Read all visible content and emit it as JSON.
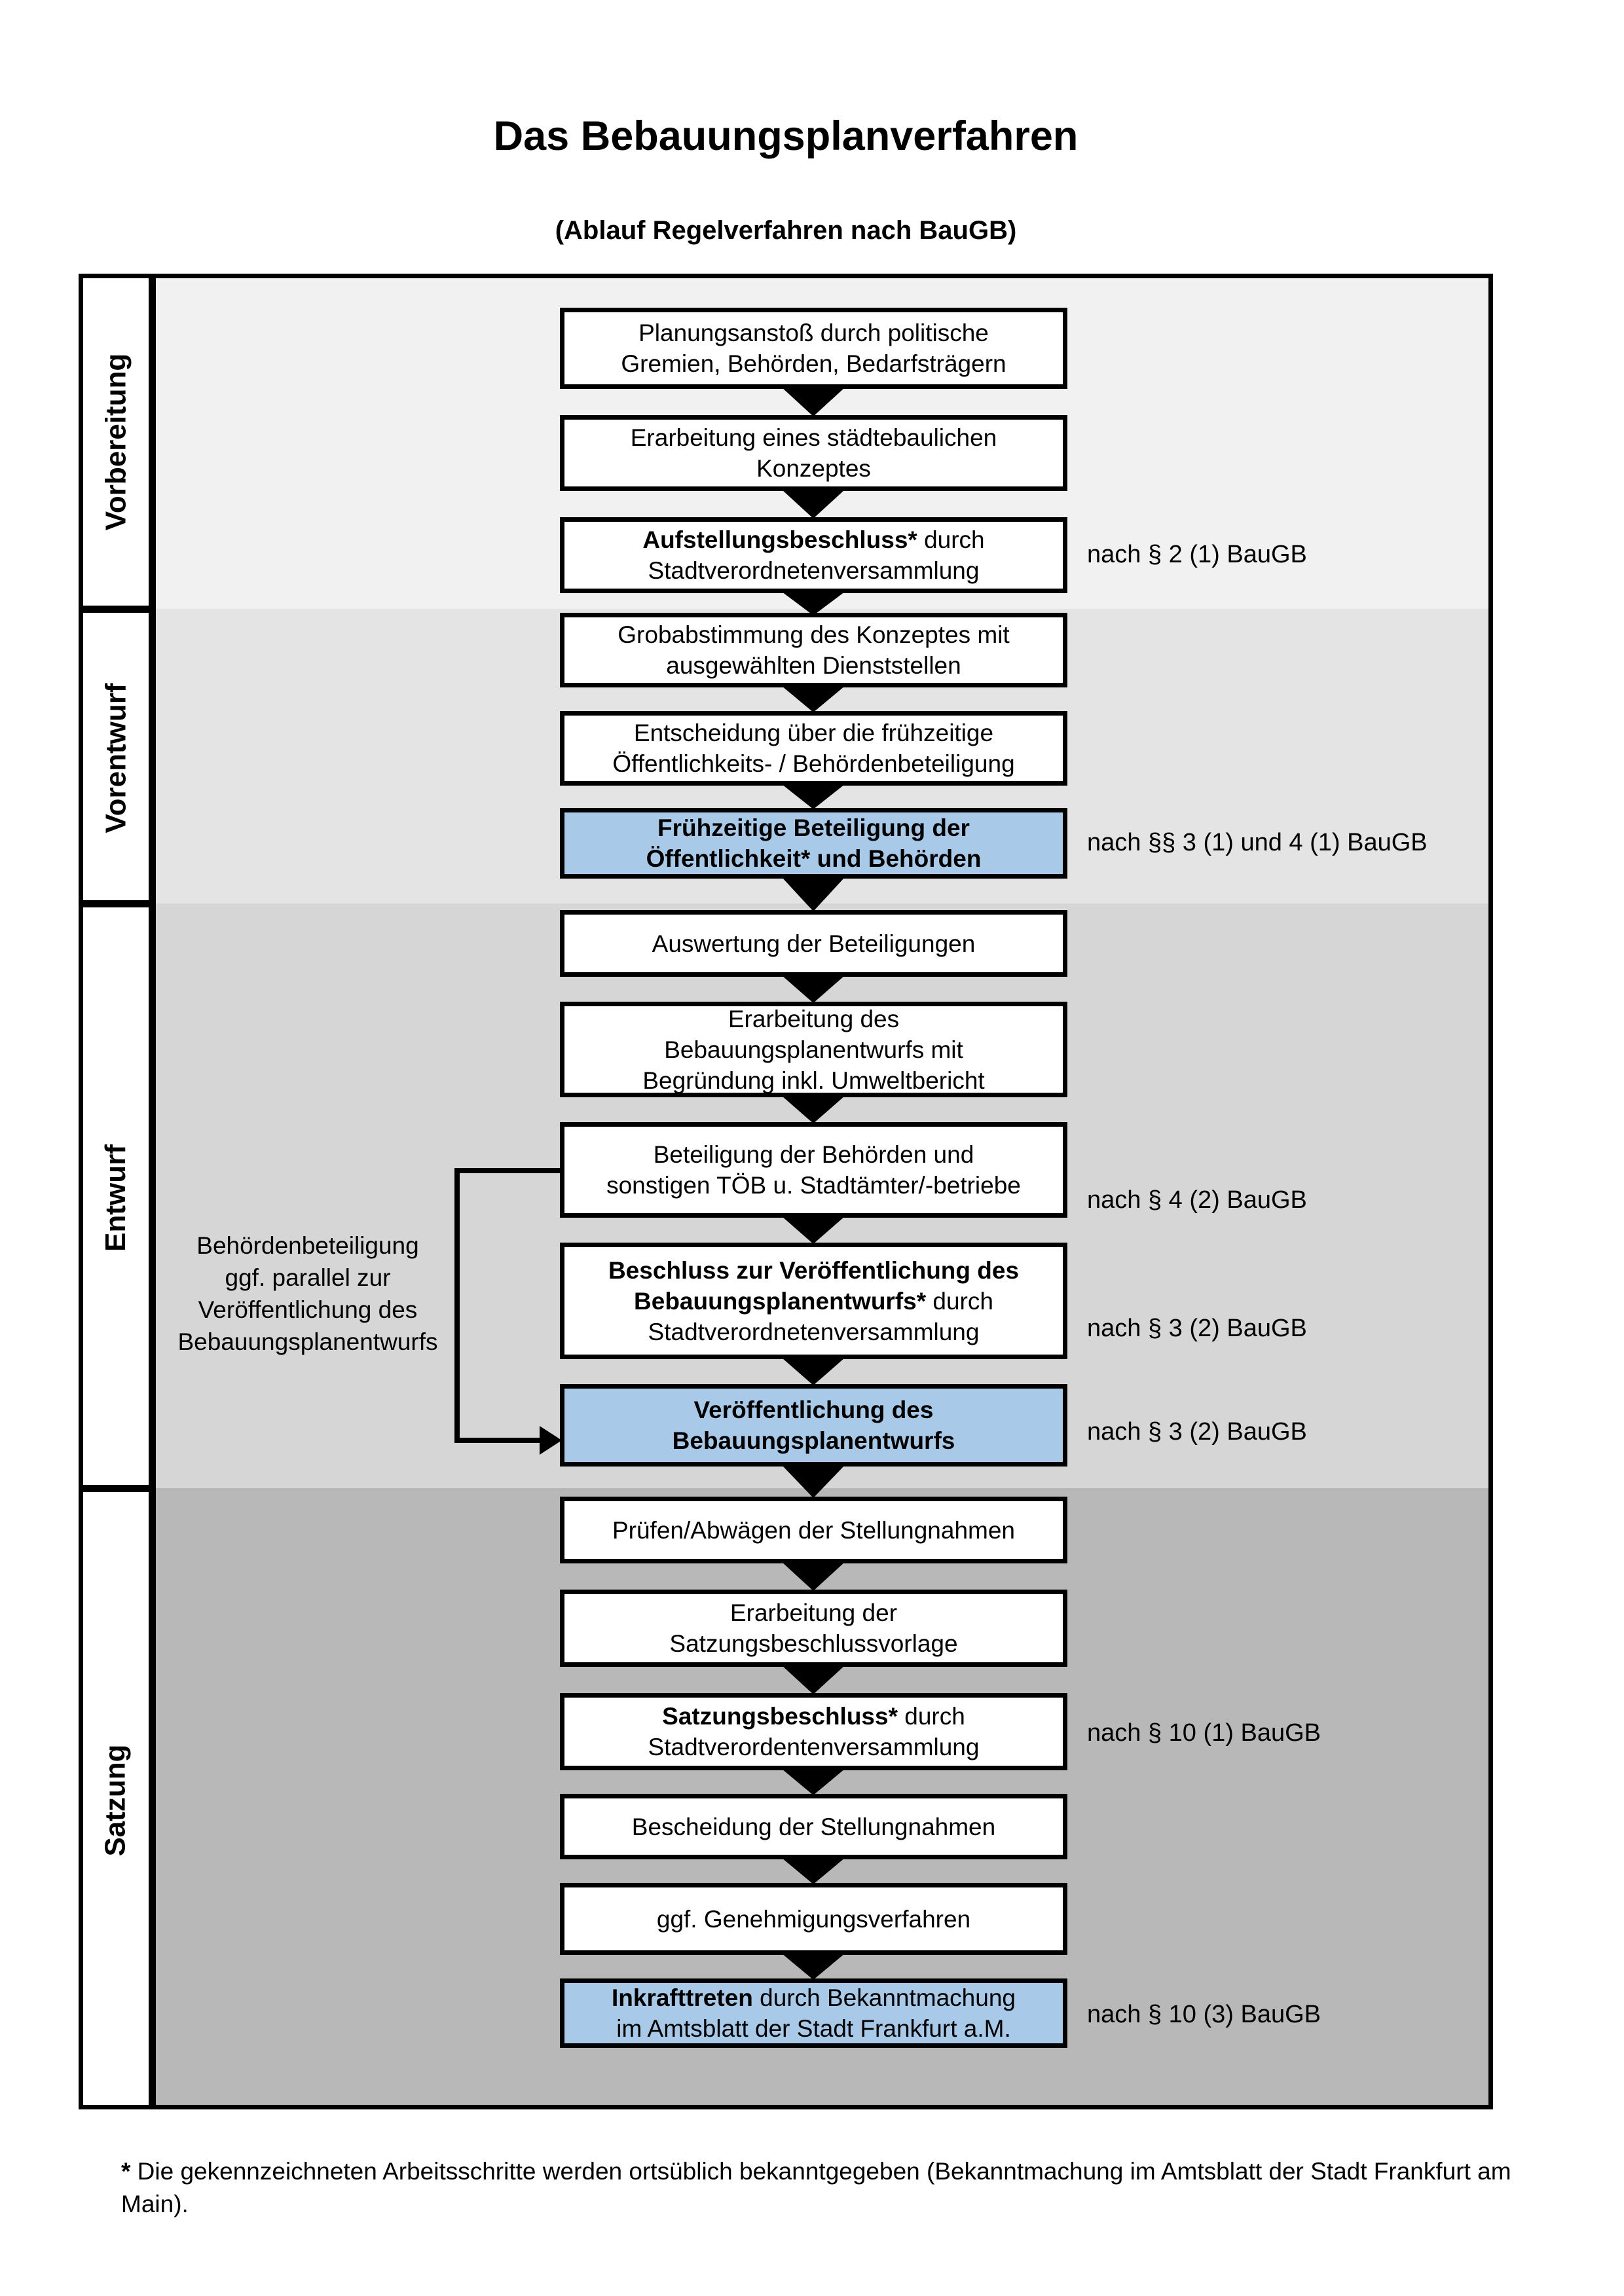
{
  "page": {
    "title": "Das Bebauungsplanverfahren",
    "subtitle": "(Ablauf Regelverfahren nach BauGB)"
  },
  "colors": {
    "section_vorbereitung": "#f1f1f1",
    "section_vorentwurf": "#e4e4e4",
    "section_entwurf": "#d6d6d6",
    "section_satzung": "#b8b8b8",
    "highlight_blue": "#a9c9e8",
    "line_black": "#000000"
  },
  "phases": [
    {
      "label": "Vorbereitung"
    },
    {
      "label": "Vorentwurf"
    },
    {
      "label": "Entwurf"
    },
    {
      "label": "Satzung"
    }
  ],
  "steps": [
    {
      "blue": false,
      "lines": [
        {
          "t": "Planungsanstoß durch politische"
        },
        {
          "t": "Gremien, Behörden, Bedarfsträgern"
        }
      ]
    },
    {
      "blue": false,
      "lines": [
        {
          "t": "Erarbeitung eines städtebaulichen"
        },
        {
          "t": "Konzeptes"
        }
      ]
    },
    {
      "blue": false,
      "lines": [
        {
          "b": "Aufstellungsbeschluss*",
          "t": " durch"
        },
        {
          "t": "Stadtverordnetenversammlung"
        }
      ]
    },
    {
      "blue": false,
      "lines": [
        {
          "t": "Grobabstimmung des Konzeptes mit"
        },
        {
          "t": "ausgewählten Dienststellen"
        }
      ]
    },
    {
      "blue": false,
      "lines": [
        {
          "t": "Entscheidung über die frühzeitige"
        },
        {
          "t": "Öffentlichkeits- / Behördenbeteiligung"
        }
      ]
    },
    {
      "blue": true,
      "lines": [
        {
          "b": "Frühzeitige Beteiligung der"
        },
        {
          "b": "Öffentlichkeit* und Behörden"
        }
      ]
    },
    {
      "blue": false,
      "lines": [
        {
          "t": "Auswertung der Beteiligungen"
        }
      ]
    },
    {
      "blue": false,
      "lines": [
        {
          "t": "Erarbeitung des"
        },
        {
          "t": "Bebauungsplanentwurfs mit"
        },
        {
          "t": "Begründung inkl. Umweltbericht"
        }
      ]
    },
    {
      "blue": false,
      "lines": [
        {
          "t": "Beteiligung der Behörden und"
        },
        {
          "t": "sonstigen TÖB u. Stadtämter/-betriebe"
        }
      ]
    },
    {
      "blue": false,
      "lines": [
        {
          "b": "Beschluss zur Veröffentlichung des"
        },
        {
          "b": "Bebauungsplanentwurfs*",
          "t": " durch"
        },
        {
          "t": "Stadtverordnetenversammlung"
        }
      ]
    },
    {
      "blue": true,
      "lines": [
        {
          "b": "Veröffentlichung des"
        },
        {
          "b": "Bebauungsplanentwurfs"
        }
      ]
    },
    {
      "blue": false,
      "lines": [
        {
          "t": "Prüfen/Abwägen der Stellungnahmen"
        }
      ]
    },
    {
      "blue": false,
      "lines": [
        {
          "t": "Erarbeitung der"
        },
        {
          "t": "Satzungsbeschlussvorlage"
        }
      ]
    },
    {
      "blue": false,
      "lines": [
        {
          "b": "Satzungsbeschluss*",
          "t": " durch"
        },
        {
          "t": "Stadtverordentenversammlung"
        }
      ]
    },
    {
      "blue": false,
      "lines": [
        {
          "t": "Bescheidung der Stellungnahmen"
        }
      ]
    },
    {
      "blue": false,
      "lines": [
        {
          "t": "ggf. Genehmigungsverfahren"
        }
      ]
    },
    {
      "blue": true,
      "lines": [
        {
          "b": "Inkrafttreten",
          "t": " durch Bekanntmachung"
        },
        {
          "t": "im Amtsblatt der Stadt Frankfurt a.M."
        }
      ]
    }
  ],
  "arrow_count": 16,
  "refs": [
    {
      "text": "nach § 2 (1) BauGB"
    },
    {
      "text": "nach §§ 3 (1) und 4 (1) BauGB"
    },
    {
      "text": "nach § 4 (2) BauGB"
    },
    {
      "text": "nach § 3 (2) BauGB"
    },
    {
      "text": "nach § 3 (2) BauGB"
    },
    {
      "text": "nach § 10 (1) BauGB"
    },
    {
      "text": "nach § 10 (3) BauGB"
    }
  ],
  "annotation": {
    "lines": [
      "Behördenbeteiligung",
      "ggf. parallel zur",
      "Veröffentlichung des",
      "Bebauungsplanentwurfs"
    ]
  },
  "footnote": {
    "marker": "*",
    "text": " Die gekennzeichneten Arbeitsschritte werden ortsüblich bekanntgegeben (Bekanntmachung im Amtsblatt  der Stadt Frankfurt am Main)."
  }
}
